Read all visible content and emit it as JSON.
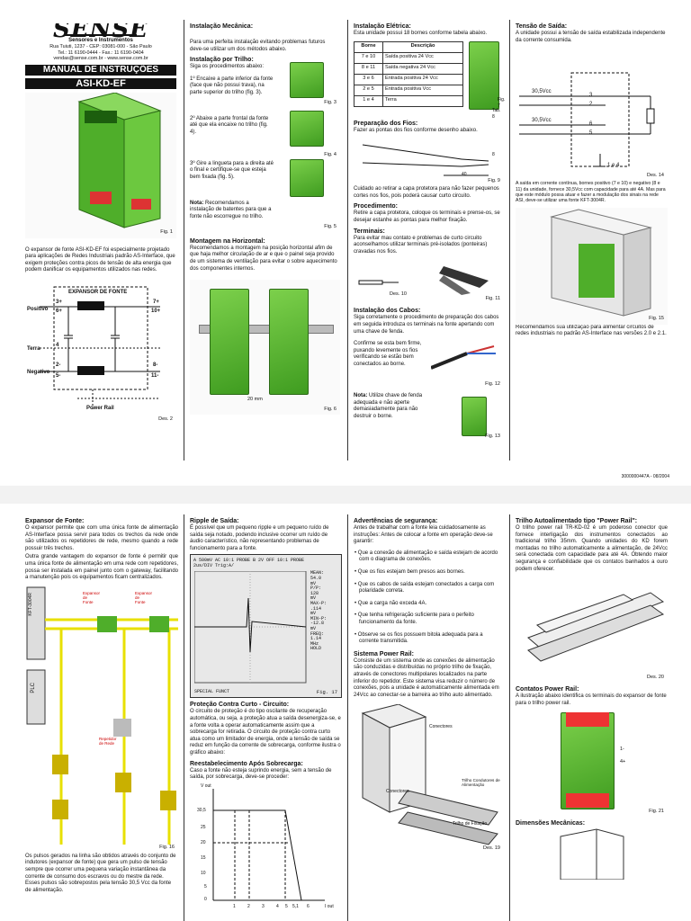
{
  "brand": {
    "logo": "SENSE",
    "subtitle": "Sensores e Instrumentos",
    "address": "Rua Tuiuti, 1237 - CEP: 03081-000 - São Paulo",
    "phone": "Tel.: 11 6190-0444 - Fax.: 11 6190-0404",
    "web": "vendas@sense.com.br - www.sense.com.br"
  },
  "manual": {
    "title": "MANUAL DE INSTRUÇÕES",
    "model": "ASI-KD-EF"
  },
  "fig_labels": {
    "f1": "Fig. 1",
    "f2": "Des. 2",
    "f3": "Fig. 3",
    "f4": "Fig. 4",
    "f5": "Fig. 5",
    "f6": "Fig. 6",
    "f7": "Fig. 7",
    "t8": "Tab. 8",
    "f9": "Fig. 9",
    "d10": "Des. 10",
    "f11": "Fig. 11",
    "f12": "Fig. 12",
    "f13": "Fig. 13",
    "d14": "Des. 14",
    "f15": "Fig. 15",
    "f16": "Fig. 16",
    "f17": "Fig. 17",
    "d19": "Des. 19",
    "d20": "Des. 20",
    "f21": "Fig. 21"
  },
  "col1": {
    "intro": "O expansor de fonte ASI-KD-EF foi especialmente projetado para aplicações de Redes Industriais padrão AS-Interface, que exigem proteções contra picos de tensão de alta energia que podem danificar os equipamentos utilizados nas redes.",
    "diagram_title": "EXPANSOR DE FONTE",
    "positivo": "Positivo",
    "terra": "Terra",
    "negativo": "Negativo",
    "t3": "3+",
    "t6": "6+",
    "t4": "4",
    "t2": "2-",
    "t5": "5-",
    "t7": "7+",
    "t10": "10+",
    "t8": "8-",
    "t11": "11-",
    "power_rail": "Power Rail"
  },
  "col2": {
    "h_mec": "Instalação Mecânica:",
    "p_mec": "Para uma perfeita instalação evitando problemas futuros deve-se utilizar um dos métodos abaixo.",
    "h_trilho": "Instalação por Trilho:",
    "p_trilho": "Siga os procedimentos abaixo:",
    "s1": "1º Encaixe a parte inferior da fonte (face que não possui trava), na parte superior do trilho (fig. 3).",
    "s2": "2º Abaixe a parte frontal da fonte até que ela encaixe no trilho (fig. 4).",
    "s3": "3º Gire a lingueta para a direita até o final e certifique-se que esteja bem fixada (fig. 5).",
    "nota_label": "Nota:",
    "nota": " Recomendamos a instalação de batentes para que a fonte não escorregue no trilho.",
    "h_horiz": "Montagem na Horizontal:",
    "p_horiz": "Recomendamos a montagem na posição horizontal afim de que haja melhor circulação de ar e que o painel seja provido de um sistema de ventilação para evitar o sobre aquecimento dos componentes internos.",
    "dim": "20 mm"
  },
  "col3": {
    "h_elet": "Instalação Elétrica:",
    "p_elet": "Esta unidade possui 18 bornes conforme tabela abaixo.",
    "table_header": [
      "Borne",
      "Descrição"
    ],
    "table_rows": [
      [
        "7 e 10",
        "Saída positiva 24 Vcc"
      ],
      [
        "8 e 11",
        "Saída negativa 24 Vcc"
      ],
      [
        "3 e 6",
        "Entrada positiva 24 Vcc"
      ],
      [
        "2 e 5",
        "Entrada positiva Vcc"
      ],
      [
        "1 e 4",
        "Terra"
      ]
    ],
    "h_fios": "Preparação dos Fios:",
    "p_fios": "Fazer as pontas dos fios conforme desenho abaixo.",
    "dim40": "40",
    "dim8": "8",
    "p_fios2": "Cuidado ao retirar a capa protetora para não fazer pequenos cortes nos fios, pois poderá causar curto circuito.",
    "h_proc": "Procedimento:",
    "p_proc": "Retire a capa protetora, coloque os terminais e prense-os, se desejar estanhe as pontas para melhor fixação.",
    "h_term": "Terminais:",
    "p_term": "Para evitar mau contato e problemas de curto circuito aconselhamos utilizar terminais pré-isolados (ponteiras) cravadas nos fios.",
    "h_cabos": "Instalação dos Cabos:",
    "p_cabos": "Siga corretamente o procedimento de preparação dos cabos em seguida introduza os terminais na fonte apertando com uma chave de fenda.",
    "p_confirme": "Confirme se esta bem firme, puxando levemente os fios verificando se estão bem conectados ao borne.",
    "nota_label": "Nota:",
    "nota": " Utilize chave de fenda adequada e não aperte demasiadamente para não destruir o borne."
  },
  "col4": {
    "h_tensao": "Tensão de Saída:",
    "p_tensao": "A unidade possui a tensão de saída estabilizada independente da corrente consumida.",
    "v1": "30,5Vcc",
    "v2": "30,5Vcc",
    "n3": "3",
    "n2": "2",
    "n6": "6",
    "n5": "5",
    "n14": "1 e 4",
    "p_saida": "A saída em corrente contínua, bornes positivo (7 e 10) e negativo (8 e 11) da unidade, fornece 30,5Vcc com capacidade para até 4A. Mas para que este módulo possa atuar e fazer a modulação dos sinais na rede ASI, deve-se utilizar uma fonte KFT-3004R.",
    "p_rec": "Recomendamos sua utilização para alimentar circuitos de redes industriais no padrão AS-Interface nas versões 2.0 e 2.1.",
    "footer": "3000000447A - 08/2004"
  },
  "p2c1": {
    "h": "Expansor de Fonte:",
    "p1": "O expansor permite que com uma única fonte de alimentação AS-Interface possa servir para todos os trechos da rede onde são utilizados os repetidores de rede, mesmo quando a rede possuir três trechos.",
    "p2": "Outra grande vantagem do expansor de fonte é permitir que uma única fonte de alimentação em uma rede com repetidores, possa ser instalada em painel junto com o gateway, facilitando a manutenção pois os equipamentos ficam centralizados.",
    "kft": "KFT-3004R",
    "plc": "PLC",
    "exp1": "Expansor de Fonte",
    "exp2": "Expansor de Fonte",
    "rep": "Repetidor de Rede",
    "p3": "Os pulsos gerados na linha são obtidos através do conjunto de indutores (expansor de fonte) que gera um pulso de tensão sempre que ocorrer uma pequena variação instantânea da corrente de consumo dos escravos ou do mestre da rede. Esses pulsos são sobrepostos pela tensão 30,5 Vcc da fonte de alimentação."
  },
  "p2c2": {
    "h_ripple": "Ripple de Saída:",
    "p_ripple": "É possível que um pequeno ripple e um pequeno ruído de saída seja notado, podendo inclusive ocorrer um ruído de áudio característico, não representando problemas de funcionamento para a fonte.",
    "scope_top": "A 500mV AC  10:1 PROBE B  2V OFF 10:1 PROBE",
    "scope_top2": "2us/DIV           Trig:A/",
    "scope_r": [
      "MEAN:",
      "54.0",
      "mV",
      "P/P:",
      "128",
      "mV",
      "MAX-P:",
      ".114",
      "mV",
      "MIN-P:",
      "-12.8",
      "mV",
      "FREQ:",
      "1.14",
      "MHz",
      "HOLD"
    ],
    "scope_bottom": "SPECIAL FUNCT",
    "h_prot": "Proteção Contra Curto - Circuito:",
    "p_prot": "O circuito de proteção é do tipo oscilante de recuperação automática, ou seja, a proteção atua a saída desenergiza-se, e a fonte volta a operar automaticamente assim que a sobrecarga for retirada. O circuito de proteção contra curto atua como um limitador de energia, onde a tensão de saída se reduz em função da corrente de sobrecarga, conforme ilustra o gráfico abaixo:",
    "h_rest": "Reestabelecimento Após Sobrecarga:",
    "p_rest": "Caso a fonte não esteja suprindo energia, sem a tensão de saída, por sobrecarga, deve-se proceder:",
    "g_y": "V out",
    "g_x": "I out",
    "g_y_ticks": [
      "30,5",
      "25",
      "20",
      "15",
      "10",
      "5",
      "0"
    ],
    "g_x_ticks": [
      "1",
      "2",
      "3",
      "4",
      "5",
      "5,1",
      "6"
    ]
  },
  "p2c3": {
    "h": "Advertências de segurança:",
    "p": "Antes de trabalhar com a fonte leia cuidadosamente as instruções: Antes de colocar a fonte em operação deve-se garantir:",
    "items": [
      "Que a conexão de alimentação e saída estejam de acordo com o diagrama de conexões.",
      "Que os fios estejam bem presos aos bornes.",
      "Que os cabos de saída estejam conectados a carga com polaridade correta.",
      "Que a carga não exceda 4A.",
      "Que tenha refrigeração suficiente para o perfeito funcionamento da fonte.",
      "Observe se os fios possuem bitola adequada para a corrente transmitida."
    ],
    "h_rail": "Sistema Power Rail:",
    "p_rail": "Consiste de um sistema onde as conexões de alimentação são conduzidas e distribuídas no próprio trilho de fixação, através de conectores multipolares localizados na parte inferior do repetidor. Este sistema visa reduzir o número de conexões, pois a unidade é automaticamente alimentada em 24Vcc ao conectar-se a barreira ao trilho auto alimentado.",
    "l_conect": "Conectores",
    "l_trilho": "Trilho Condutores de Alimentação",
    "l_conect2": "Conectores",
    "l_fix": "Trilho de Fixação"
  },
  "p2c4": {
    "h_rail": "Trilho Autoalimentado tipo \"Power Rail\":",
    "p_rail": "O trilho power rail TR-KD-02 é um poderoso conector que fornece interligação dos instrumentos conectados ao tradicional trilho 35mm. Quando unidades do KD forem montadas no trilho automaticamente a alimentação, de 24Vcc será conectada com capacidade para até 4A. Obtendo maior segurança e confiabilidade que os contatos banhados a ouro podem oferecer.",
    "h_cont": "Contatos Power Rail:",
    "p_cont": "A ilustração abaixo identifica os terminais do expansor de fonte para o trilho power rail.",
    "c1": "1-",
    "c4": "4+",
    "h_dim": "Dimensões Mecânicas:"
  }
}
